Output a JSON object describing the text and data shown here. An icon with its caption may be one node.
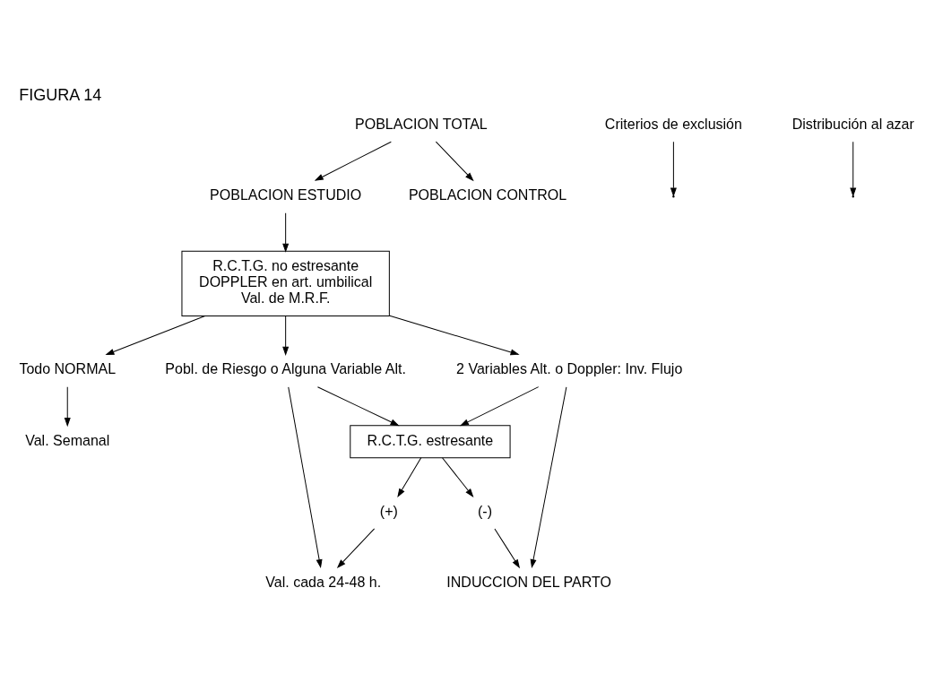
{
  "diagram": {
    "title": "FIGURA 14",
    "nodes": [
      {
        "text": [
          "POBLACION TOTAL"
        ]
      },
      {
        "text": [
          "Criterios de exclusión"
        ]
      },
      {
        "text": [
          "Distribución al azar"
        ]
      },
      {
        "text": [
          "POBLACION ESTUDIO"
        ]
      },
      {
        "text": [
          "POBLACION CONTROL"
        ]
      },
      {
        "text": [
          "R.C.T.G. no estresante",
          "DOPPLER en art. umbilical",
          "Val. de M.R.F."
        ]
      },
      {
        "text": [
          "Todo NORMAL"
        ]
      },
      {
        "text": [
          "Pobl. de Riesgo o Alguna Variable Alt."
        ]
      },
      {
        "text": [
          "2 Variables Alt. o Doppler: Inv. Flujo"
        ]
      },
      {
        "text": [
          "R.C.T.G. estresante"
        ]
      },
      {
        "text": [
          "(+)"
        ]
      },
      {
        "text": [
          "(-)"
        ]
      },
      {
        "text": [
          "Val. Semanal"
        ]
      },
      {
        "text": [
          "Val. cada 24-48 h."
        ]
      },
      {
        "text": [
          "INDUCCION DEL PARTO"
        ]
      }
    ],
    "edges": [
      {
        "from": 0,
        "to": 3,
        "arrow": "to"
      },
      {
        "from": 0,
        "to": 4,
        "arrow": "to"
      },
      {
        "from": 1,
        "to": null,
        "arrow": "to"
      },
      {
        "from": 2,
        "to": null,
        "arrow": "to"
      },
      {
        "from": 3,
        "to": 5,
        "arrow": "to"
      },
      {
        "from": 5,
        "to": 6,
        "arrow": "to"
      },
      {
        "from": 5,
        "to": 7,
        "arrow": "to"
      },
      {
        "from": 5,
        "to": 8,
        "arrow": "to"
      },
      {
        "from": 6,
        "to": 12,
        "arrow": "to"
      },
      {
        "from": 7,
        "to": 13,
        "arrow": "to"
      },
      {
        "from": 7,
        "to": 9,
        "arrow": "to"
      },
      {
        "from": 8,
        "to": 9,
        "arrow": "to"
      },
      {
        "from": 8,
        "to": 14,
        "arrow": "to"
      },
      {
        "from": 9,
        "to": 10,
        "arrow": "to"
      },
      {
        "from": 9,
        "to": 11,
        "arrow": "to"
      },
      {
        "from": 10,
        "to": 13,
        "arrow": "to"
      },
      {
        "from": 11,
        "to": 14,
        "arrow": "to"
      }
    ]
  }
}
